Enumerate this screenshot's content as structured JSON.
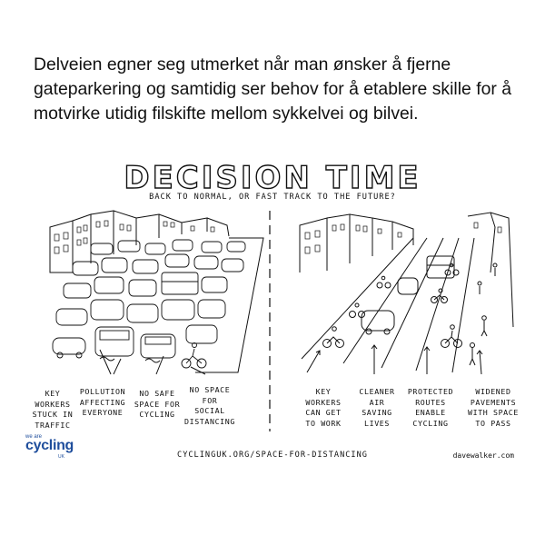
{
  "caption": "Delveien egner seg utmerket når man ønsker å fjerne gateparkering og samtidig ser behov for å etablere skille for å motvirke utidig filskifte mellom sykkelvei og bilvei.",
  "poster": {
    "title": "DECISION TIME",
    "subtitle": "BACK TO NORMAL, OR FAST TRACK TO THE FUTURE?",
    "left_labels": [
      "KEY\nWORKERS\nSTUCK IN\nTRAFFIC",
      "POLLUTION\nAFFECTING\nEVERYONE",
      "NO SAFE\nSPACE FOR\nCYCLING",
      "NO SPACE\nFOR\nSOCIAL\nDISTANCING"
    ],
    "right_labels": [
      "KEY\nWORKERS\nCAN GET\nTO WORK",
      "CLEANER\nAIR\nSAVING\nLIVES",
      "PROTECTED\nROUTES\nENABLE\nCYCLING",
      "WIDENED\nPAVEMENTS\nWITH SPACE\nTO PASS"
    ],
    "footer_url": "CYCLINGUK.ORG/SPACE-FOR-DISTANCING",
    "credit": "davewalker.com",
    "logo": {
      "small": "we are",
      "main": "cycling",
      "uk": "UK"
    }
  },
  "colors": {
    "ink": "#111111",
    "logo_blue": "#1f4e9c",
    "paper": "#ffffff"
  }
}
